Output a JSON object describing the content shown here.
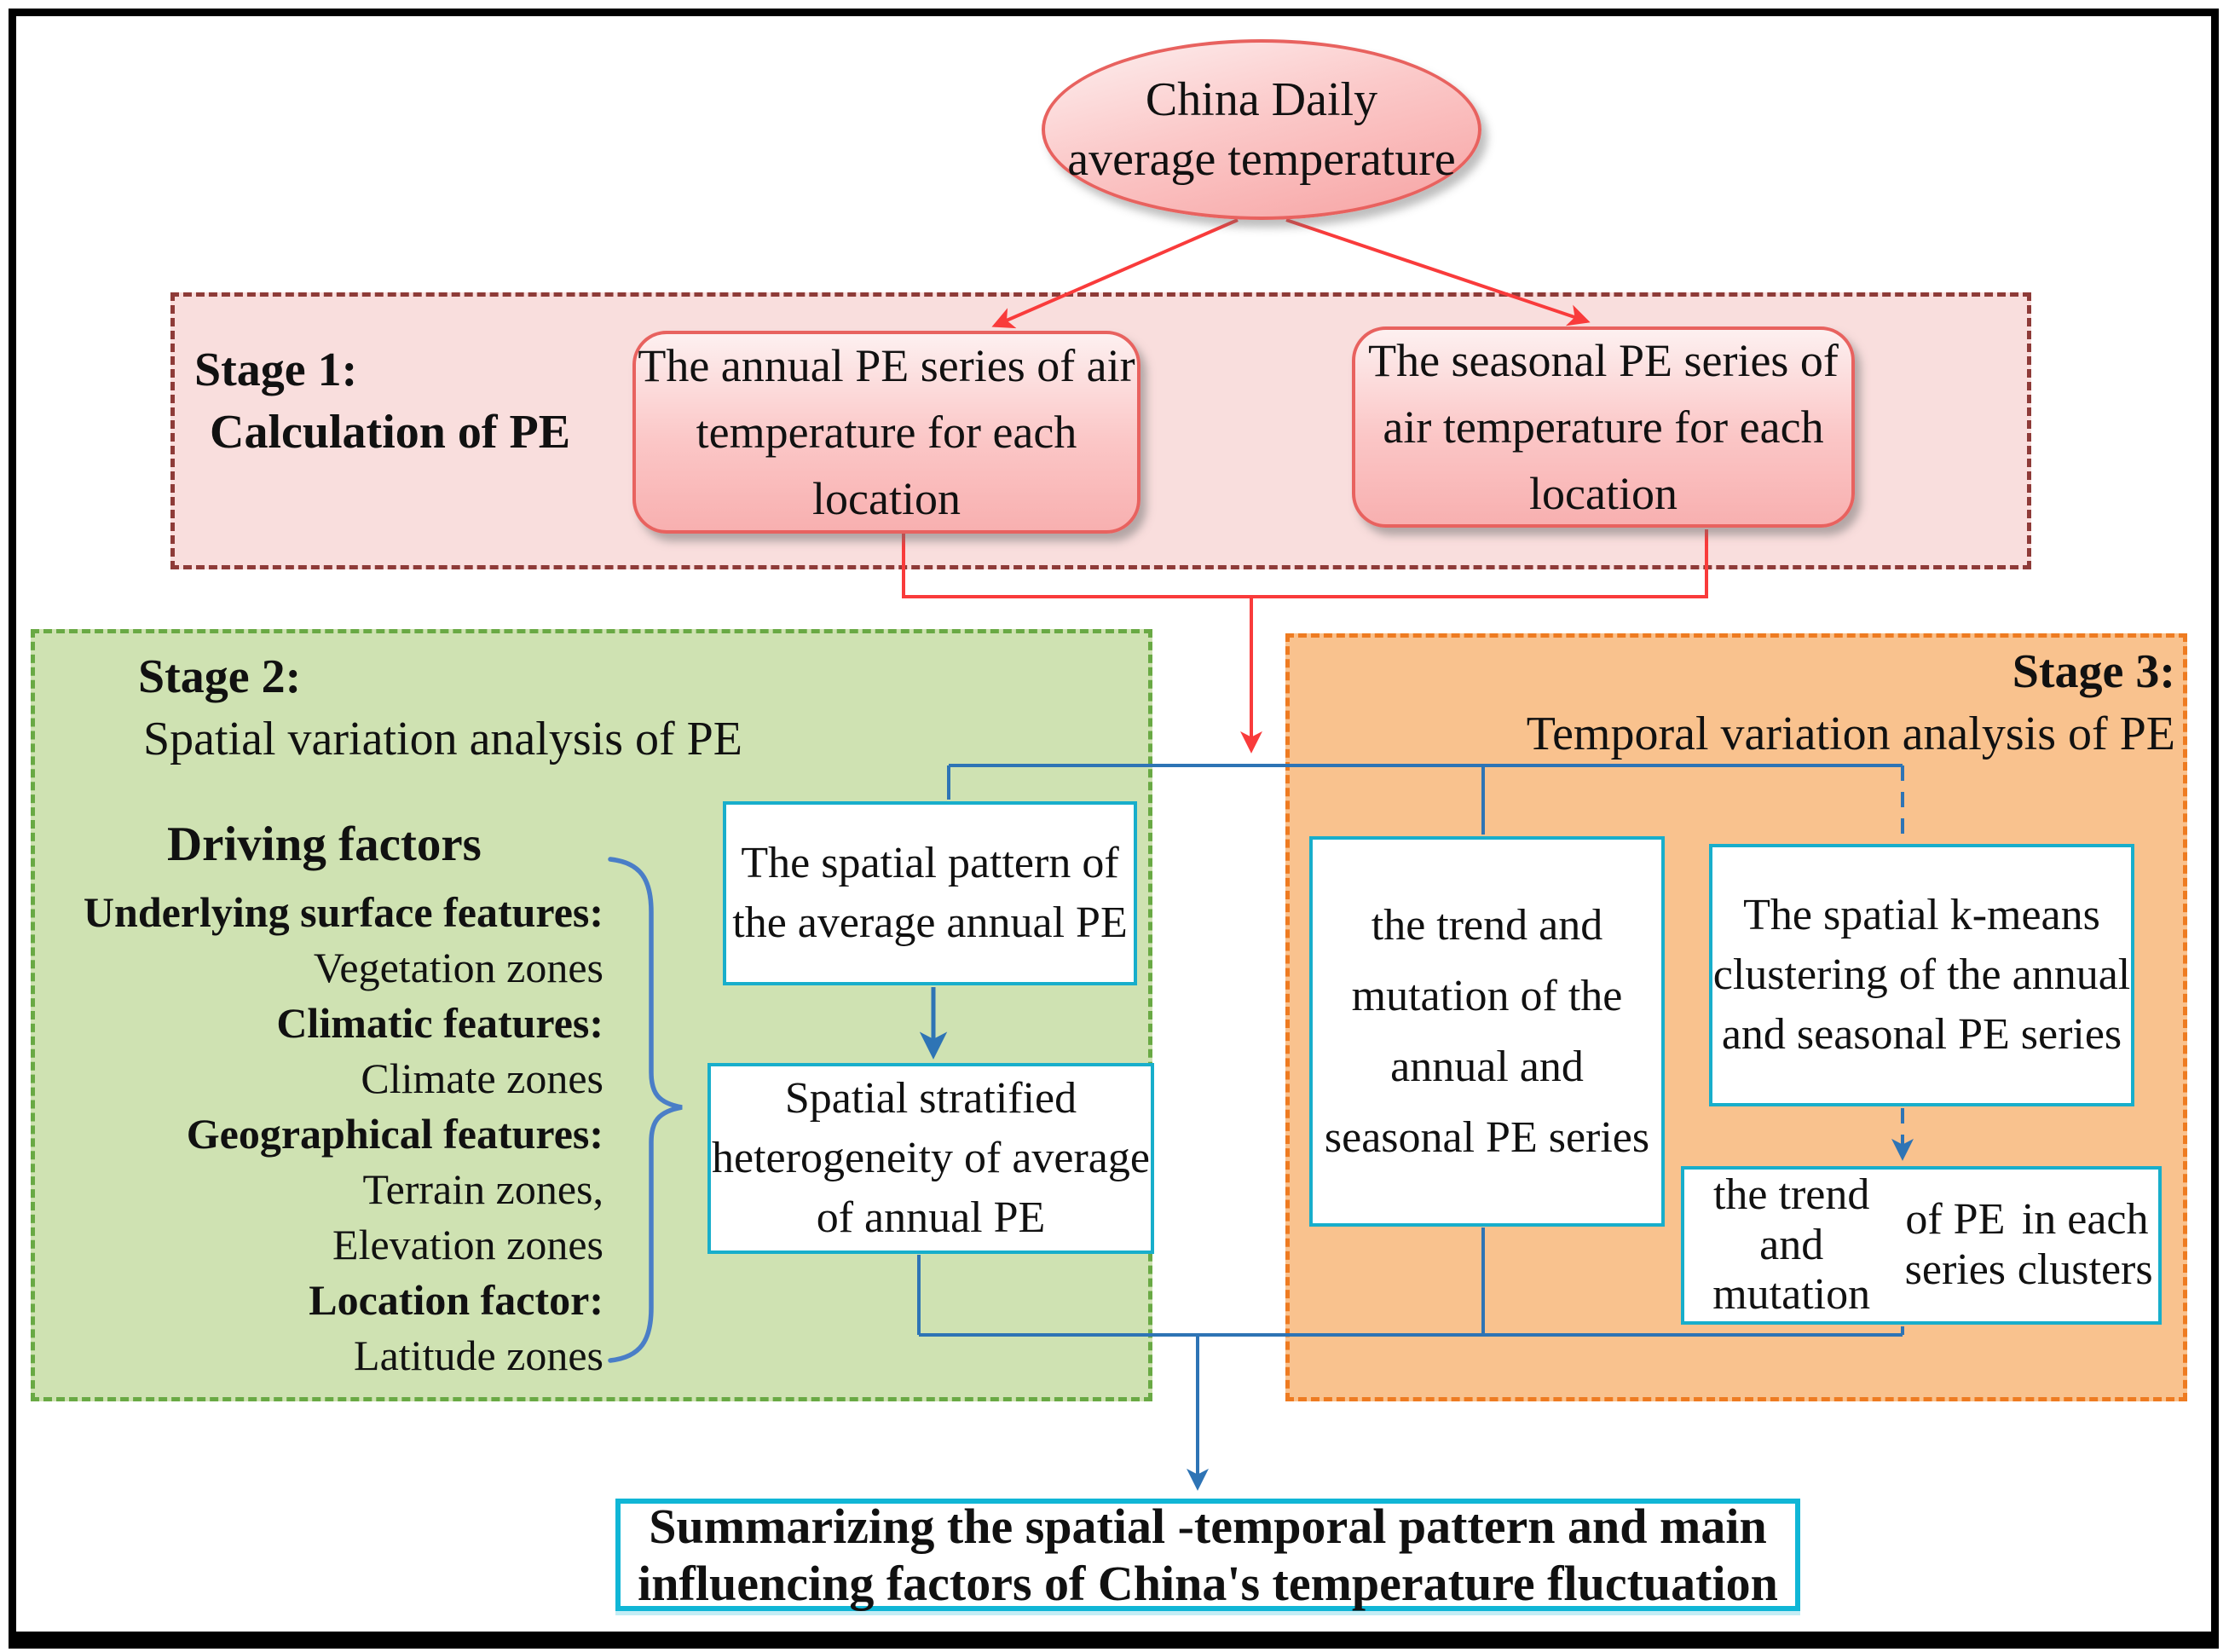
{
  "ellipse": {
    "label": "China Daily average temperature"
  },
  "stage1": {
    "label_line1": "Stage 1:",
    "label_line2": "Calculation of PE",
    "box_annual": "The annual PE series of air temperature for each location",
    "box_seasonal": "The seasonal PE series of air temperature for each location"
  },
  "stage2": {
    "label_line1": "Stage 2:",
    "label_line2": "Spatial variation analysis of PE",
    "driving_factors_title": "Driving factors",
    "factors": [
      {
        "text": "Underlying surface features:",
        "bold": true
      },
      {
        "text": "Vegetation zones",
        "bold": false
      },
      {
        "text": "Climatic features:",
        "bold": true
      },
      {
        "text": "Climate zones",
        "bold": false
      },
      {
        "text": "Geographical features:",
        "bold": true
      },
      {
        "text": "Terrain zones,",
        "bold": false
      },
      {
        "text": "Elevation zones",
        "bold": false
      },
      {
        "text": "Location factor:",
        "bold": true
      },
      {
        "text": "Latitude zones",
        "bold": false
      }
    ],
    "box_spatial_pattern": "The spatial pattern of the average annual PE",
    "box_stratified": "Spatial stratified heterogeneity of average of annual PE"
  },
  "stage3": {
    "label_line1": "Stage 3:",
    "label_line2": "Temporal variation analysis of PE",
    "box_trend": "the trend and mutation of the annual and seasonal PE series",
    "box_kmeans": "The spatial k-means clustering of the annual and seasonal PE series",
    "box_trend_clusters_lines": [
      "the trend and mutation",
      "of PE series",
      "in each clusters"
    ]
  },
  "summary": {
    "line1": "Summarizing the spatial -temporal pattern and main",
    "line2": "influencing factors of China's temperature fluctuation"
  },
  "colors": {
    "frame_black": "#000000",
    "text": "#111111",
    "stage1_fill": "#f9dedd",
    "stage1_border": "#8e3b38",
    "stage2_fill": "#cfe2b2",
    "stage2_border": "#69a944",
    "stage3_fill": "#f9c28e",
    "stage3_border": "#ee7b21",
    "node_pink_top": "#fdf0f0",
    "node_pink_bottom": "#f8b0b0",
    "node_pink_border": "#e8625f",
    "white_box_border": "#18aecb",
    "summary_border": "#10b6d6",
    "line_red": "#f93b3b",
    "line_blue": "#2e74b5",
    "brace_blue": "#4a7ec7"
  }
}
